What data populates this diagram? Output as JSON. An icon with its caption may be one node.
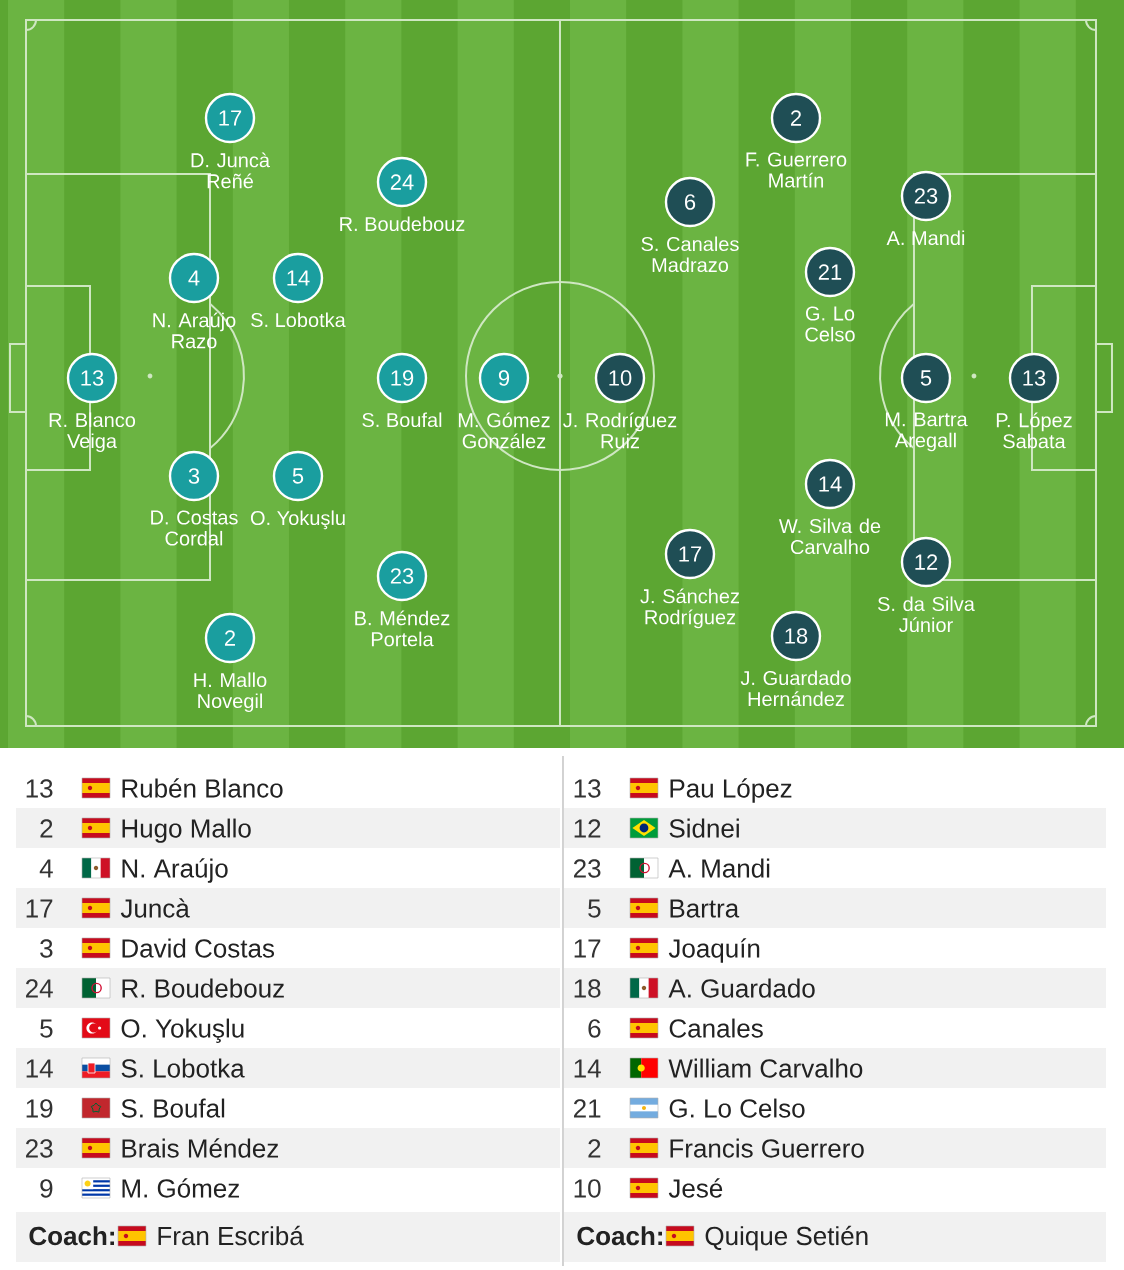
{
  "diagram": {
    "nodes": [
      {
        "text": [
          "13"
        ],
        "beside": [
          "R. Blanco Veiga"
        ]
      },
      {
        "text": [
          "17"
        ],
        "beside": [
          "D. Juncà Reñé"
        ]
      },
      {
        "text": [
          "4"
        ],
        "beside": [
          "N. Araújo Razo"
        ]
      },
      {
        "text": [
          "3"
        ],
        "beside": [
          "D. Costas Cordal"
        ]
      },
      {
        "text": [
          "2"
        ],
        "beside": [
          "H. Mallo Novegil"
        ]
      },
      {
        "text": [
          "14"
        ],
        "beside": [
          "S. Lobotka"
        ]
      },
      {
        "text": [
          "5"
        ],
        "beside": [
          "O. Yokuşlu"
        ]
      },
      {
        "text": [
          "24"
        ],
        "beside": [
          "R. Boudebouz"
        ]
      },
      {
        "text": [
          "19"
        ],
        "beside": [
          "S. Boufal"
        ]
      },
      {
        "text": [
          "23"
        ],
        "beside": [
          "B. Méndez Portela"
        ]
      },
      {
        "text": [
          "9"
        ],
        "beside": [
          "M. Gómez González"
        ]
      },
      {
        "text": [
          "10"
        ],
        "beside": [
          "J. Rodríguez Ruiz"
        ]
      },
      {
        "text": [
          "6"
        ],
        "beside": [
          "S. Canales Madrazo"
        ]
      },
      {
        "text": [
          "17"
        ],
        "beside": [
          "J. Sánchez Rodríguez"
        ]
      },
      {
        "text": [
          "2"
        ],
        "beside": [
          "F. Guerrero Martín"
        ]
      },
      {
        "text": [
          "18"
        ],
        "beside": [
          "J. Guardado Hernández"
        ]
      },
      {
        "text": [
          "21"
        ],
        "beside": [
          "G. Lo Celso"
        ]
      },
      {
        "text": [
          "14"
        ],
        "beside": [
          "W. Silva de Carvalho"
        ]
      },
      {
        "text": [
          "23"
        ],
        "beside": [
          "A. Mandi"
        ]
      },
      {
        "text": [
          "5"
        ],
        "beside": [
          "M. Bartra Aregall"
        ]
      },
      {
        "text": [
          "12"
        ],
        "beside": [
          "S. da Silva Júnior"
        ]
      },
      {
        "text": [
          "13"
        ],
        "beside": [
          "P. López Sabata"
        ]
      }
    ],
    "labels": [
      "13",
      "Rubén Blanco",
      "2",
      "Hugo Mallo",
      "4",
      "N. Araújo",
      "17",
      "Juncà",
      "3",
      "David Costas",
      "24",
      "R. Boudebouz",
      "5",
      "O. Yokuşlu",
      "14",
      "S. Lobotka",
      "19",
      "S. Boufal",
      "23",
      "Brais Méndez",
      "9",
      "M. Gómez",
      "Coach:",
      "Fran Escribá",
      "13",
      "Pau López",
      "12",
      "Sidnei",
      "23",
      "A. Mandi",
      "5",
      "Bartra",
      "17",
      "Joaquín",
      "18",
      "A. Guardado",
      "6",
      "Canales",
      "14",
      "William Carvalho",
      "21",
      "G. Lo Celso",
      "2",
      "Francis Guerrero",
      "10",
      "Jesé",
      "Coach:",
      "Quique Setién"
    ]
  }
}
